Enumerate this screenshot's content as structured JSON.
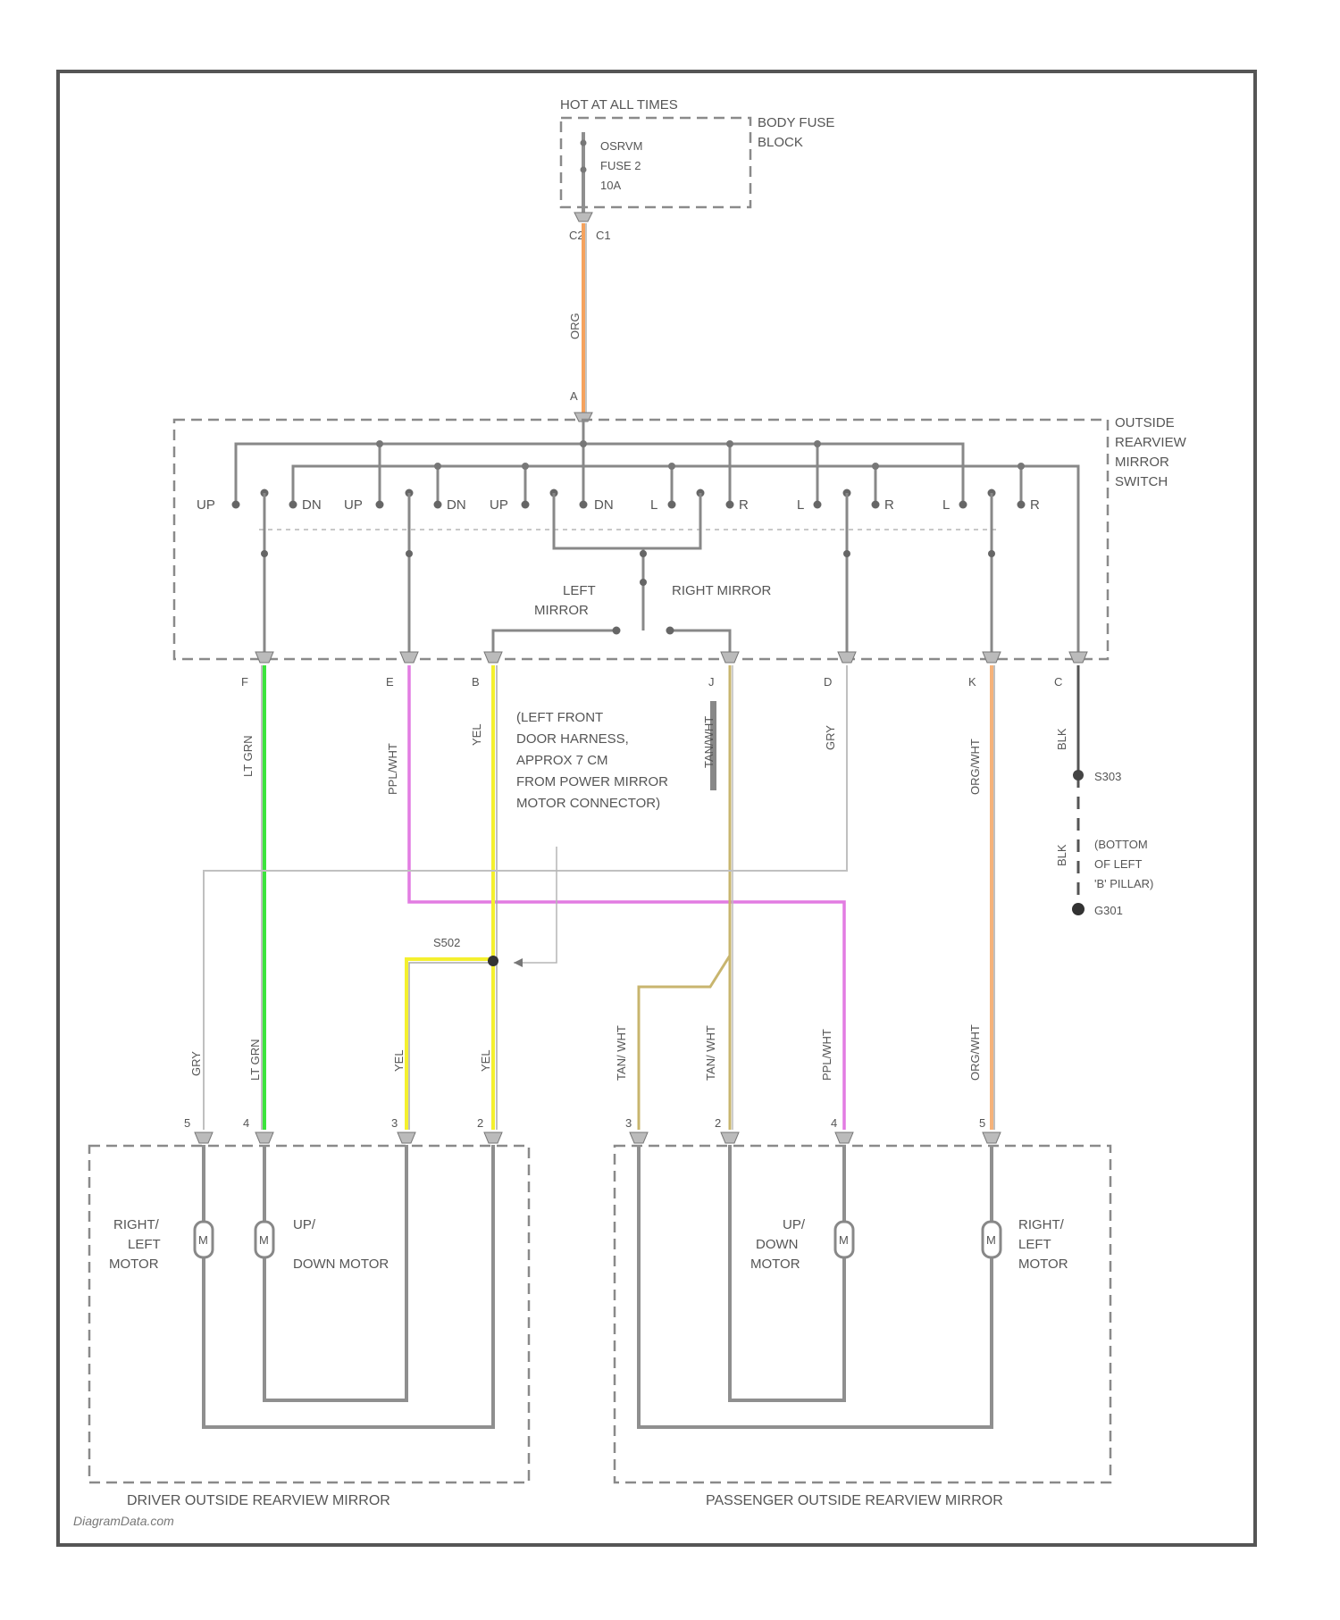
{
  "fuse_block": {
    "hot_label": "HOT AT ALL TIMES",
    "fuse_lines": [
      "OSRVM",
      "FUSE 2",
      "10A"
    ],
    "block_lines": [
      "BODY FUSE",
      "BLOCK"
    ],
    "pin_left": "C2",
    "pin_right": "C1"
  },
  "feed_wire": {
    "color_label": "ORG",
    "pin": "A",
    "color": "#f5a25d"
  },
  "switch": {
    "name_lines": [
      "OUTSIDE",
      "REARVIEW",
      "MIRROR",
      "SWITCH"
    ],
    "contacts": [
      "UP",
      "DN",
      "UP",
      "DN",
      "UP",
      "DN",
      "L",
      "R",
      "L",
      "R",
      "L",
      "R"
    ],
    "left_mirror_lines": [
      "LEFT",
      "MIRROR"
    ],
    "right_mirror": "RIGHT MIRROR"
  },
  "pins": [
    "F",
    "E",
    "B",
    "J",
    "D",
    "K",
    "C"
  ],
  "wires": [
    {
      "label": "LT GRN",
      "color": "#3ce43c"
    },
    {
      "label": "PPL/WHT",
      "color": "#e27ce2"
    },
    {
      "label": "YEL",
      "color": "#f4f02e"
    },
    {
      "label": "TAN/WHT",
      "color": "#c8b56e"
    },
    {
      "label": "GRY",
      "color": "#c0c0c0"
    },
    {
      "label": "ORG/WHT",
      "color": "#f5b27a"
    },
    {
      "label": "BLK",
      "color": "#555555"
    }
  ],
  "ground": {
    "splice": "S303",
    "wire": "BLK",
    "location_lines": [
      "(BOTTOM",
      "OF LEFT",
      "'B' PILLAR)"
    ],
    "ground_id": "G301"
  },
  "splice_note": {
    "lines": [
      "(LEFT FRONT",
      "DOOR HARNESS,",
      "APPROX 7 CM",
      "FROM POWER MIRROR",
      "MOTOR CONNECTOR)"
    ],
    "splice_id": "S502"
  },
  "driver_mirror": {
    "title": "DRIVER OUTSIDE REARVIEW MIRROR",
    "wire_labels": [
      "GRY",
      "LT GRN",
      "YEL",
      "YEL"
    ],
    "pins": [
      "5",
      "4",
      "3",
      "2"
    ],
    "motor1_lines": [
      "RIGHT/",
      "LEFT",
      "MOTOR"
    ],
    "motor2_top": "UP/",
    "motor2_bottom": "DOWN MOTOR",
    "motor_symbol": "M"
  },
  "passenger_mirror": {
    "title": "PASSENGER OUTSIDE REARVIEW MIRROR",
    "wire_labels": [
      "TAN/ WHT",
      "TAN/ WHT",
      "PPL/WHT",
      "ORG/WHT"
    ],
    "pins": [
      "3",
      "2",
      "4",
      "5"
    ],
    "motor1_lines": [
      "UP/",
      "DOWN",
      "MOTOR"
    ],
    "motor2_lines": [
      "RIGHT/",
      "LEFT",
      "MOTOR"
    ],
    "motor_symbol": "M"
  },
  "watermark": "DiagramData.com"
}
